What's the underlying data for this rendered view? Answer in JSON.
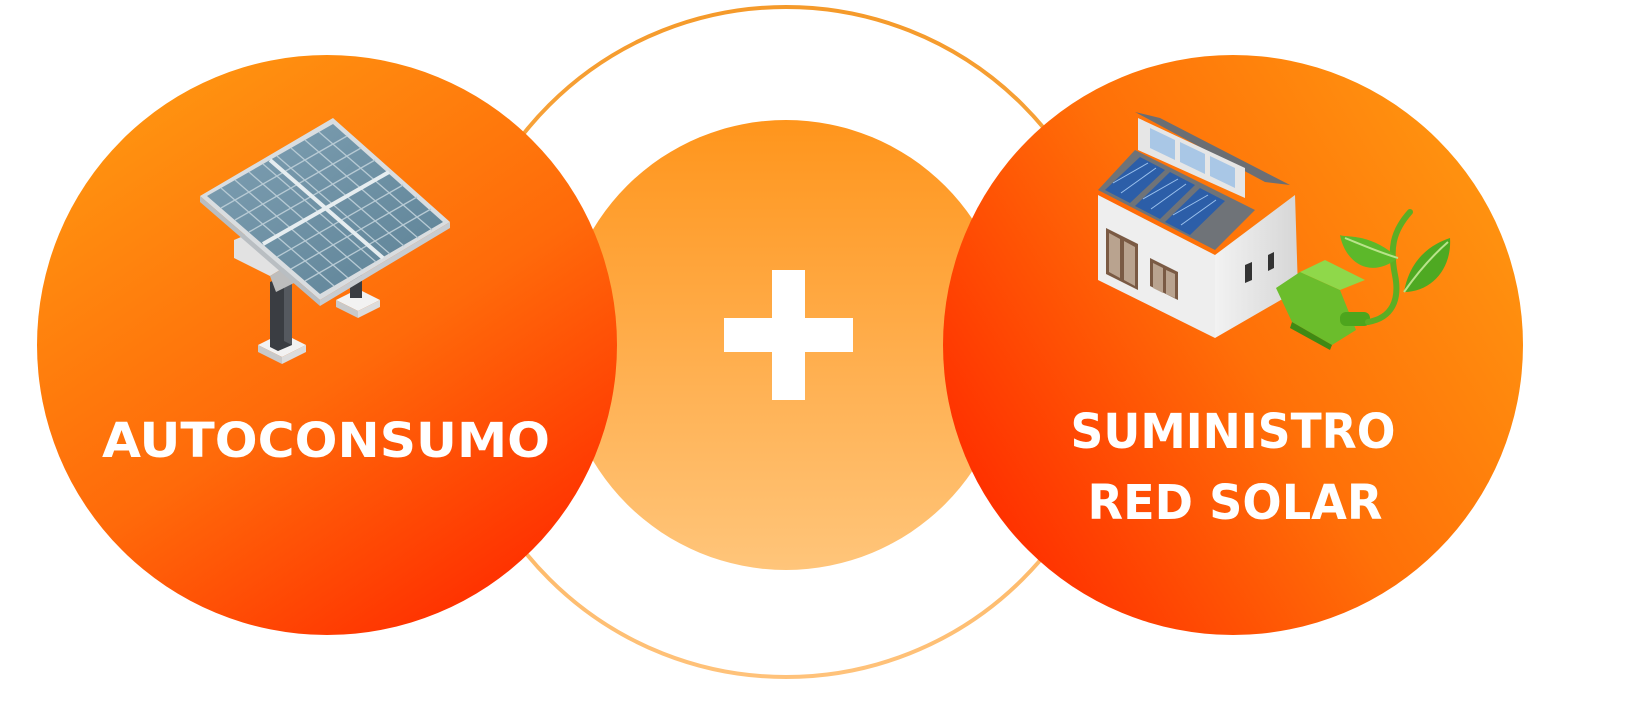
{
  "diagram": {
    "left_circle": {
      "label": "AUTOCONSUMO",
      "icon": "solar-panel-icon"
    },
    "center_circle": {
      "symbol": "plus-icon"
    },
    "right_circle": {
      "label_line1": "SUMINISTRO",
      "label_line2": "RED SOLAR",
      "icon": "solar-house-plug-icon"
    }
  },
  "colors": {
    "outer_ring": "#f7a23b",
    "orange_light": "#ff9a10",
    "orange_dark": "#ff3300",
    "center_top": "#ff9a20",
    "center_bottom": "#ffc070",
    "text": "#ffffff"
  }
}
